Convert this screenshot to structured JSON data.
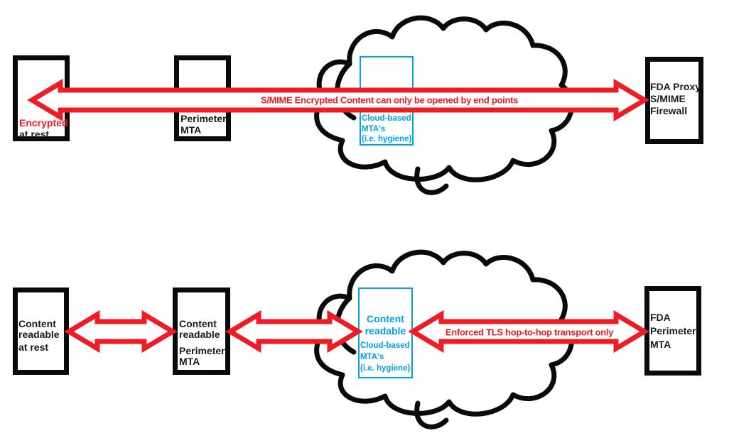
{
  "colors": {
    "red": "#ee1c25",
    "blue": "#00a2e8"
  },
  "top_flow": {
    "encrypted_box": {
      "emphasis": "Encrypted",
      "rest": "at rest"
    },
    "perimeter_mta_box": {
      "line1": "Perimeter",
      "line2": "MTA"
    },
    "cloud_mta_box": {
      "line1": "Cloud-based",
      "line2": "MTA's",
      "line3": "(i.e. hygiene)"
    },
    "fda_proxy_box": {
      "line1": "FDA Proxy",
      "line2": "S/MIME",
      "line3": "Firewall"
    },
    "arrow_label": "S/MIME Encrypted Content can only be opened by end points"
  },
  "bottom_flow": {
    "readable_box": {
      "line1": "Content",
      "line2": "readable",
      "line3": "at rest"
    },
    "perimeter_mta_box": {
      "line1": "Content",
      "line2": "readable",
      "line3": "Perimeter",
      "line4": "MTA"
    },
    "cloud_mta_box": {
      "head1": "Content",
      "head2": "readable",
      "line1": "Cloud-based",
      "line2": "MTA's",
      "line3": "(i.e. hygiene)"
    },
    "fda_perimeter_box": {
      "line1": "FDA",
      "line2": "Perimeter",
      "line3": "MTA"
    },
    "arrow_label": "Enforced TLS hop-to-hop transport only"
  }
}
